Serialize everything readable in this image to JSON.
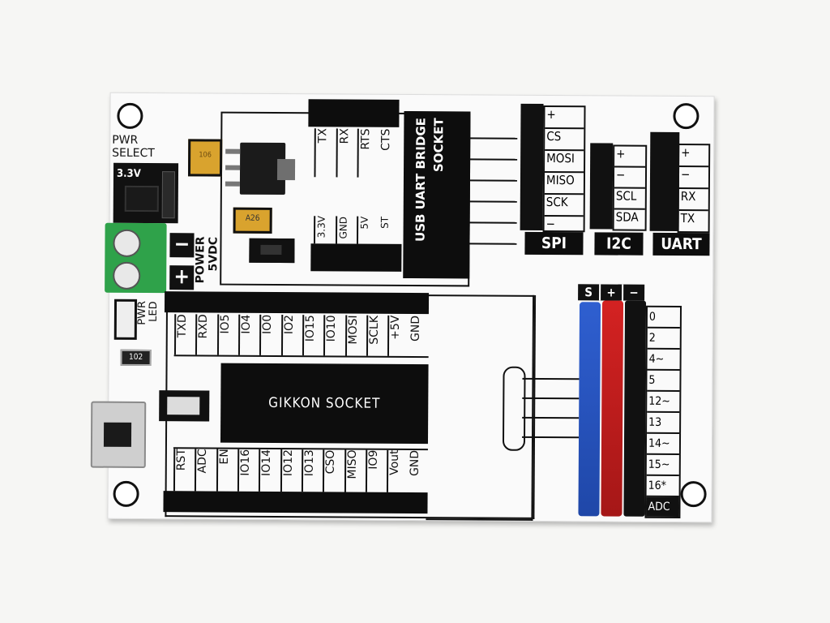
{
  "colors": {
    "board": "#fafafa",
    "header_black": "#0d0d0d",
    "terminal_green": "#2fa24a",
    "pin_blue": "#2f5fd0",
    "pin_red": "#d42222",
    "background": "#f6f6f4"
  },
  "power": {
    "select_title": "PWR\nSELECT",
    "jumper_33": "3.3V",
    "power_label": "POWER\n5VDC",
    "minus": "−",
    "plus": "+",
    "led_label": "PWR\nLED",
    "resistor_102": "102",
    "resistor_a26": "A26",
    "cap_label": "106"
  },
  "usb_bridge": {
    "title": "USB UART BRIDGE\nSOCKET",
    "top_pins": [
      "TX",
      "RX",
      "RTS",
      "CTS"
    ],
    "bottom_pins": [
      "3.3V",
      "GND",
      "5V",
      "ST"
    ]
  },
  "spi": {
    "title": "SPI",
    "pins": [
      "+",
      "CS",
      "MOSI",
      "MISO",
      "SCK",
      "−"
    ]
  },
  "i2c": {
    "title": "I2C",
    "pins": [
      "+",
      "−",
      "SCL",
      "SDA"
    ]
  },
  "uart": {
    "title": "UART",
    "pins": [
      "+",
      "−",
      "RX",
      "TX"
    ]
  },
  "gikkon": {
    "title": "GIKKON SOCKET",
    "top_pins": [
      "TXD",
      "RXD",
      "IO5",
      "IO4",
      "IO0",
      "IO2",
      "IO15",
      "IO10",
      "MOSI",
      "SCLK",
      "+5V",
      "GND"
    ],
    "bottom_pins": [
      "RST",
      "ADC",
      "EN",
      "IO16",
      "IO14",
      "IO12",
      "IO13",
      "CSO",
      "MISO",
      "IO9",
      "Vout",
      "GND"
    ]
  },
  "gpio": {
    "header_labels": [
      "S",
      "+",
      "−"
    ],
    "pins": [
      "0",
      "2",
      "4~",
      "5",
      "12~",
      "13",
      "14~",
      "15~",
      "16*",
      "ADC"
    ]
  }
}
